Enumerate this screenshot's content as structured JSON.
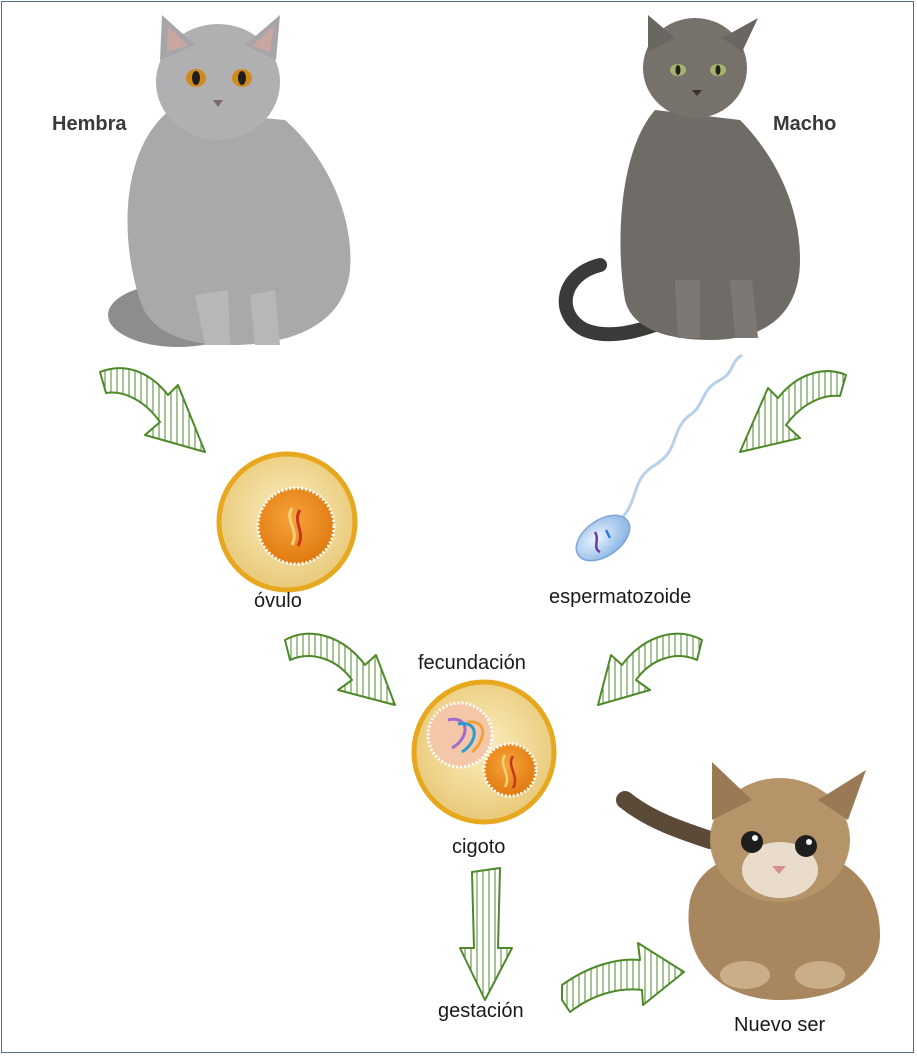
{
  "labels": {
    "female": "Hembra",
    "male": "Macho",
    "ovum": "óvulo",
    "sperm": "espermatozoide",
    "fertilization": "fecundación",
    "zygote": "cigoto",
    "gestation": "gestación",
    "offspring": "Nuevo ser"
  },
  "colors": {
    "arrow_stroke": "#4e8a2a",
    "frame_border": "#4a6f90",
    "cell_ring": "#e7a81f",
    "cell_fill": "#f0d98c",
    "nucleus": "#ee8a17",
    "female_cat": "#a9a9ab",
    "male_cat": "#6f6b66",
    "kitten": "#a8875f"
  }
}
